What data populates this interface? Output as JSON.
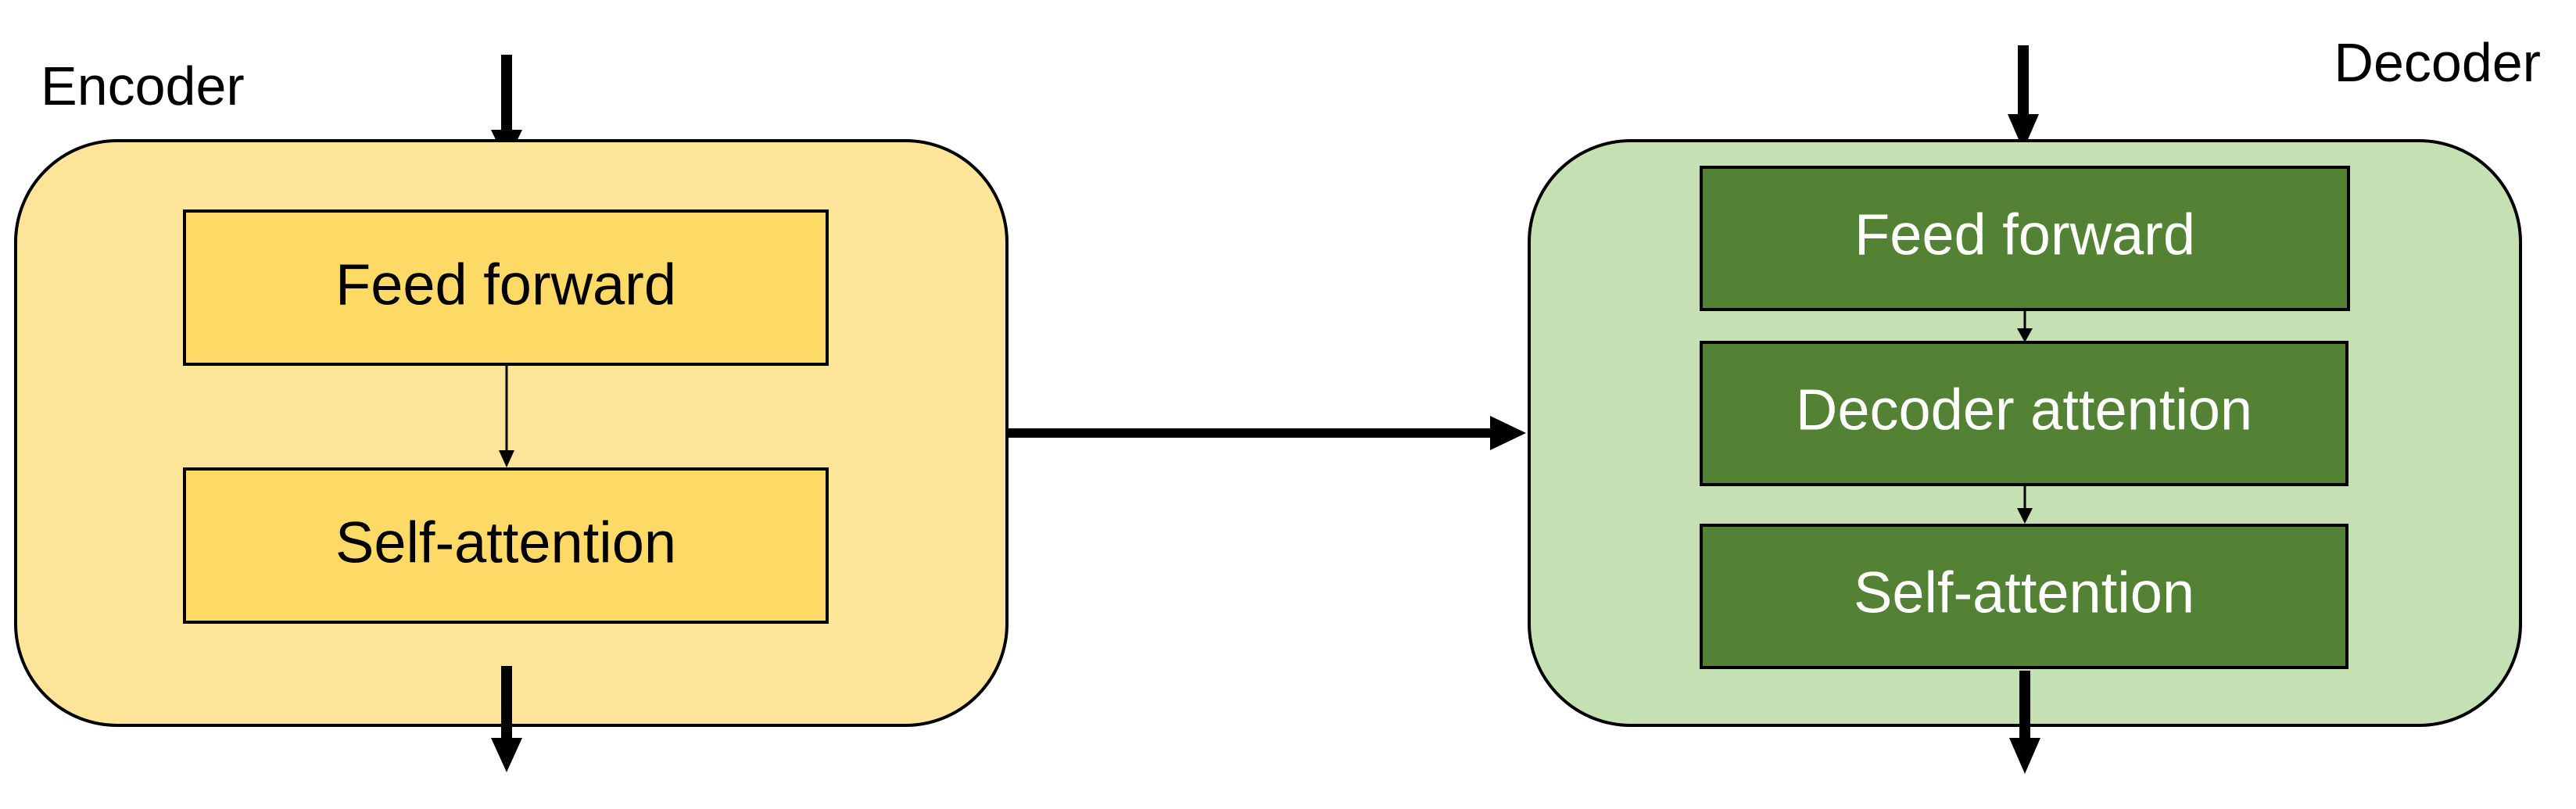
{
  "encoder": {
    "title": "Encoder",
    "layers": {
      "feed_forward": "Feed forward",
      "self_attention": "Self-attention"
    }
  },
  "decoder": {
    "title": "Decoder",
    "layers": {
      "feed_forward": "Feed forward",
      "decoder_attention": "Decoder attention",
      "self_attention": "Self-attention"
    }
  },
  "colors": {
    "encoder_container": "#fce598",
    "encoder_block": "#fdd966",
    "encoder_text": "#000000",
    "decoder_container": "#c5e0b3",
    "decoder_block": "#538234",
    "decoder_text": "#ffffff",
    "stroke": "#000000"
  }
}
